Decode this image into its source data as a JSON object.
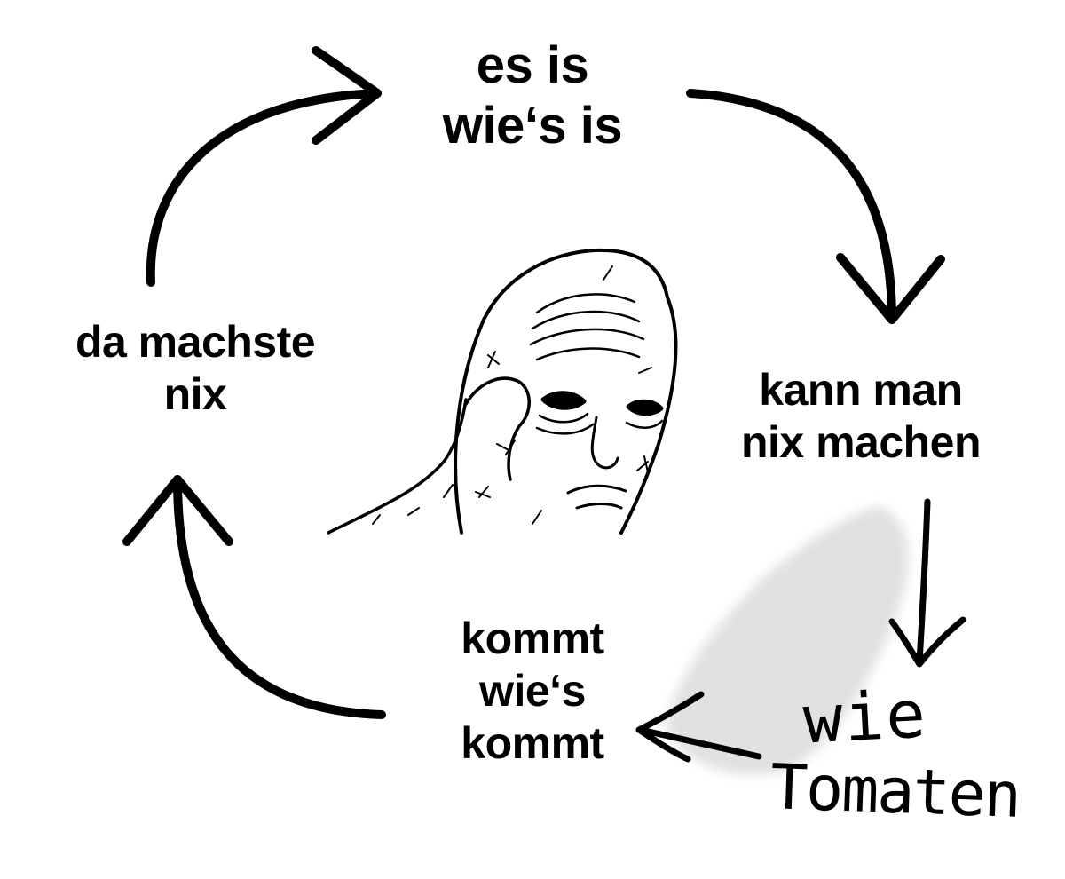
{
  "diagram": {
    "type": "cycle",
    "nodes": {
      "top": {
        "lines": [
          "es is",
          "wie‘s is"
        ]
      },
      "right": {
        "lines": [
          "kann man",
          "nix machen"
        ]
      },
      "bottom": {
        "lines": [
          "kommt",
          "wie‘s",
          "kommt"
        ]
      },
      "left": {
        "lines": [
          "da machste",
          "nix"
        ]
      }
    },
    "handwritten": {
      "lines": [
        "wie",
        "Tomaten"
      ]
    },
    "illustration": "tired-wojak-face",
    "icons": [
      "arrow-top-left-icon",
      "arrow-top-right-icon",
      "arrow-bottom-left-icon",
      "arrow-hand-down-icon",
      "arrow-hand-left-icon"
    ],
    "colors": {
      "ink": "#000000",
      "background": "#ffffff",
      "smudge": "#d9d9d9"
    }
  }
}
